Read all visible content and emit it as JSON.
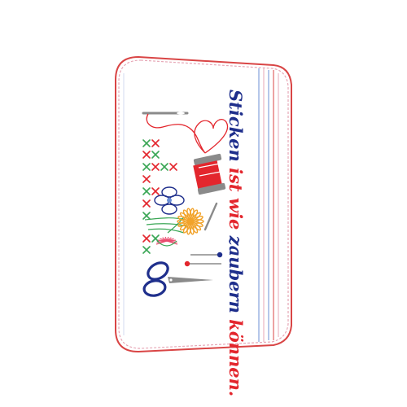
{
  "design": {
    "quote": {
      "part_1": "Sticken ",
      "part_2": "ist wie",
      "part_3": " zaubern ",
      "part_4": "können."
    },
    "colors": {
      "navy": "#1f2f8c",
      "red": "#e3262d",
      "green": "#3aa655",
      "orange": "#f2a32a",
      "pink": "#e94d6f",
      "gray": "#8a8a8a",
      "outline_red": "#d94545",
      "outline_blue": "#6b8fd6",
      "outline_pink": "#e7a7b6"
    },
    "icons": [
      "needle-icon",
      "thread-heart-icon",
      "cross-stitch-icon",
      "thread-spool-icon",
      "flower-icon",
      "daisy-icon",
      "pins-icon",
      "scissors-icon"
    ]
  }
}
